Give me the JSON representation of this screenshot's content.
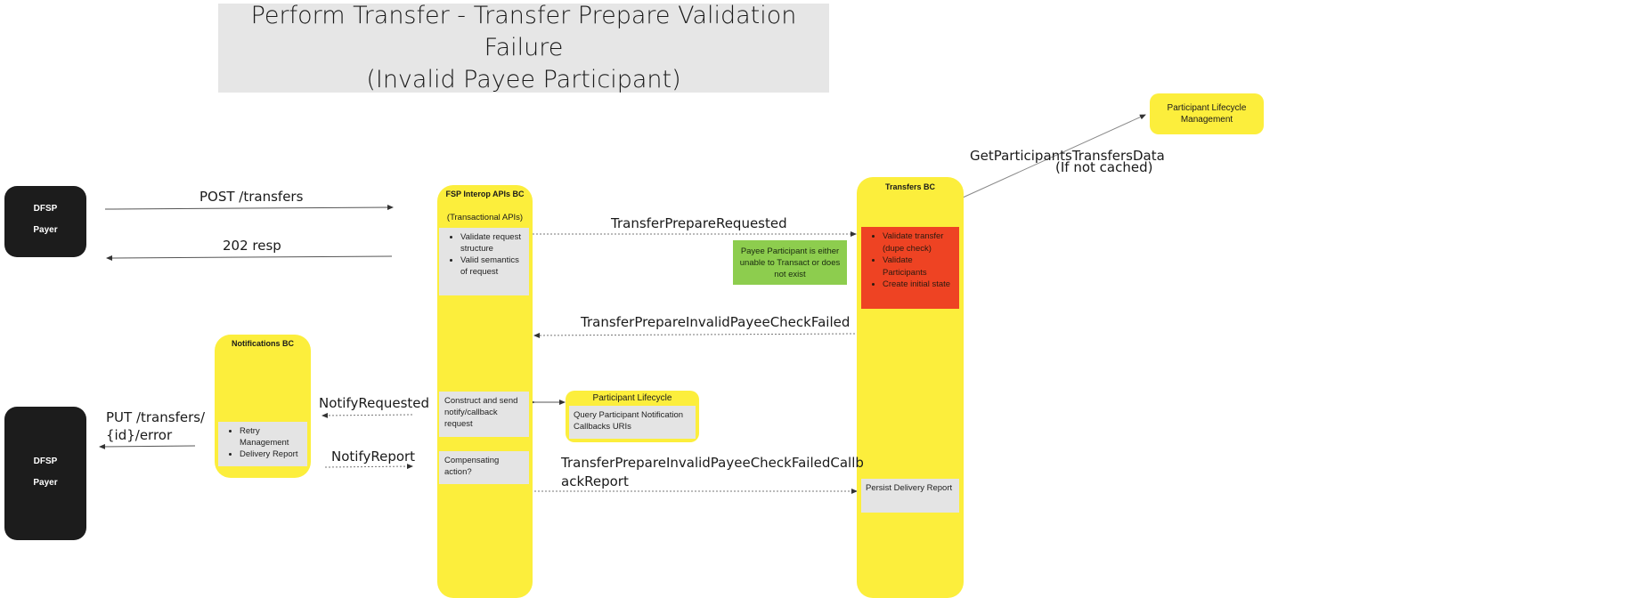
{
  "title": {
    "line1": "Perform Transfer - Transfer Prepare Validation Failure",
    "line2": "(Invalid Payee Participant)"
  },
  "actors": {
    "dfsp_top": {
      "line1": "DFSP",
      "line2": "Payer"
    },
    "dfsp_bottom": {
      "line1": "DFSP",
      "line2": "Payer"
    }
  },
  "lanes": {
    "fsp_interop": {
      "title": "FSP Interop APIs BC",
      "subtitle": "(Transactional APIs)",
      "validate_items": [
        "Validate request structure",
        "Valid semantics of request"
      ],
      "construct_box": "Construct and send notify/callback request",
      "compensating_box": "Compensating action?"
    },
    "transfers": {
      "title": "Transfers BC",
      "validate_items": [
        "Validate transfer (dupe check)",
        "Validate Participants",
        "Create initial state"
      ],
      "persist_box": "Persist Delivery Report"
    },
    "notifications": {
      "title": "Notifications BC",
      "items": [
        "Retry Management",
        "Delivery Report"
      ]
    },
    "participant_lifecycle_small": {
      "title": "Participant Lifecycle",
      "box": "Query Participant Notification Callbacks URIs"
    },
    "participant_lifecycle_mgmt": {
      "title": "Participant Lifecycle Management"
    }
  },
  "notes": {
    "payee_invalid": "Payee Participant is either unable to Transact or does not exist"
  },
  "messages": {
    "post_transfers": "POST /transfers",
    "resp_202": "202 resp",
    "transfer_prepare_requested": "TransferPrepareRequested",
    "get_participants_line1": "GetParticipantsTransfersData",
    "get_participants_line2": "(If not cached)",
    "invalid_payee_check_failed": "TransferPrepareInvalidPayeeCheckFailed",
    "notify_requested": "NotifyRequested",
    "notify_report": "NotifyReport",
    "put_error_line1": "PUT /transfers/",
    "put_error_line2": "{id}/error",
    "callback_report_line1": "TransferPrepareInvalidPayeeCheckFailedCallb",
    "callback_report_line2": "ackReport"
  }
}
